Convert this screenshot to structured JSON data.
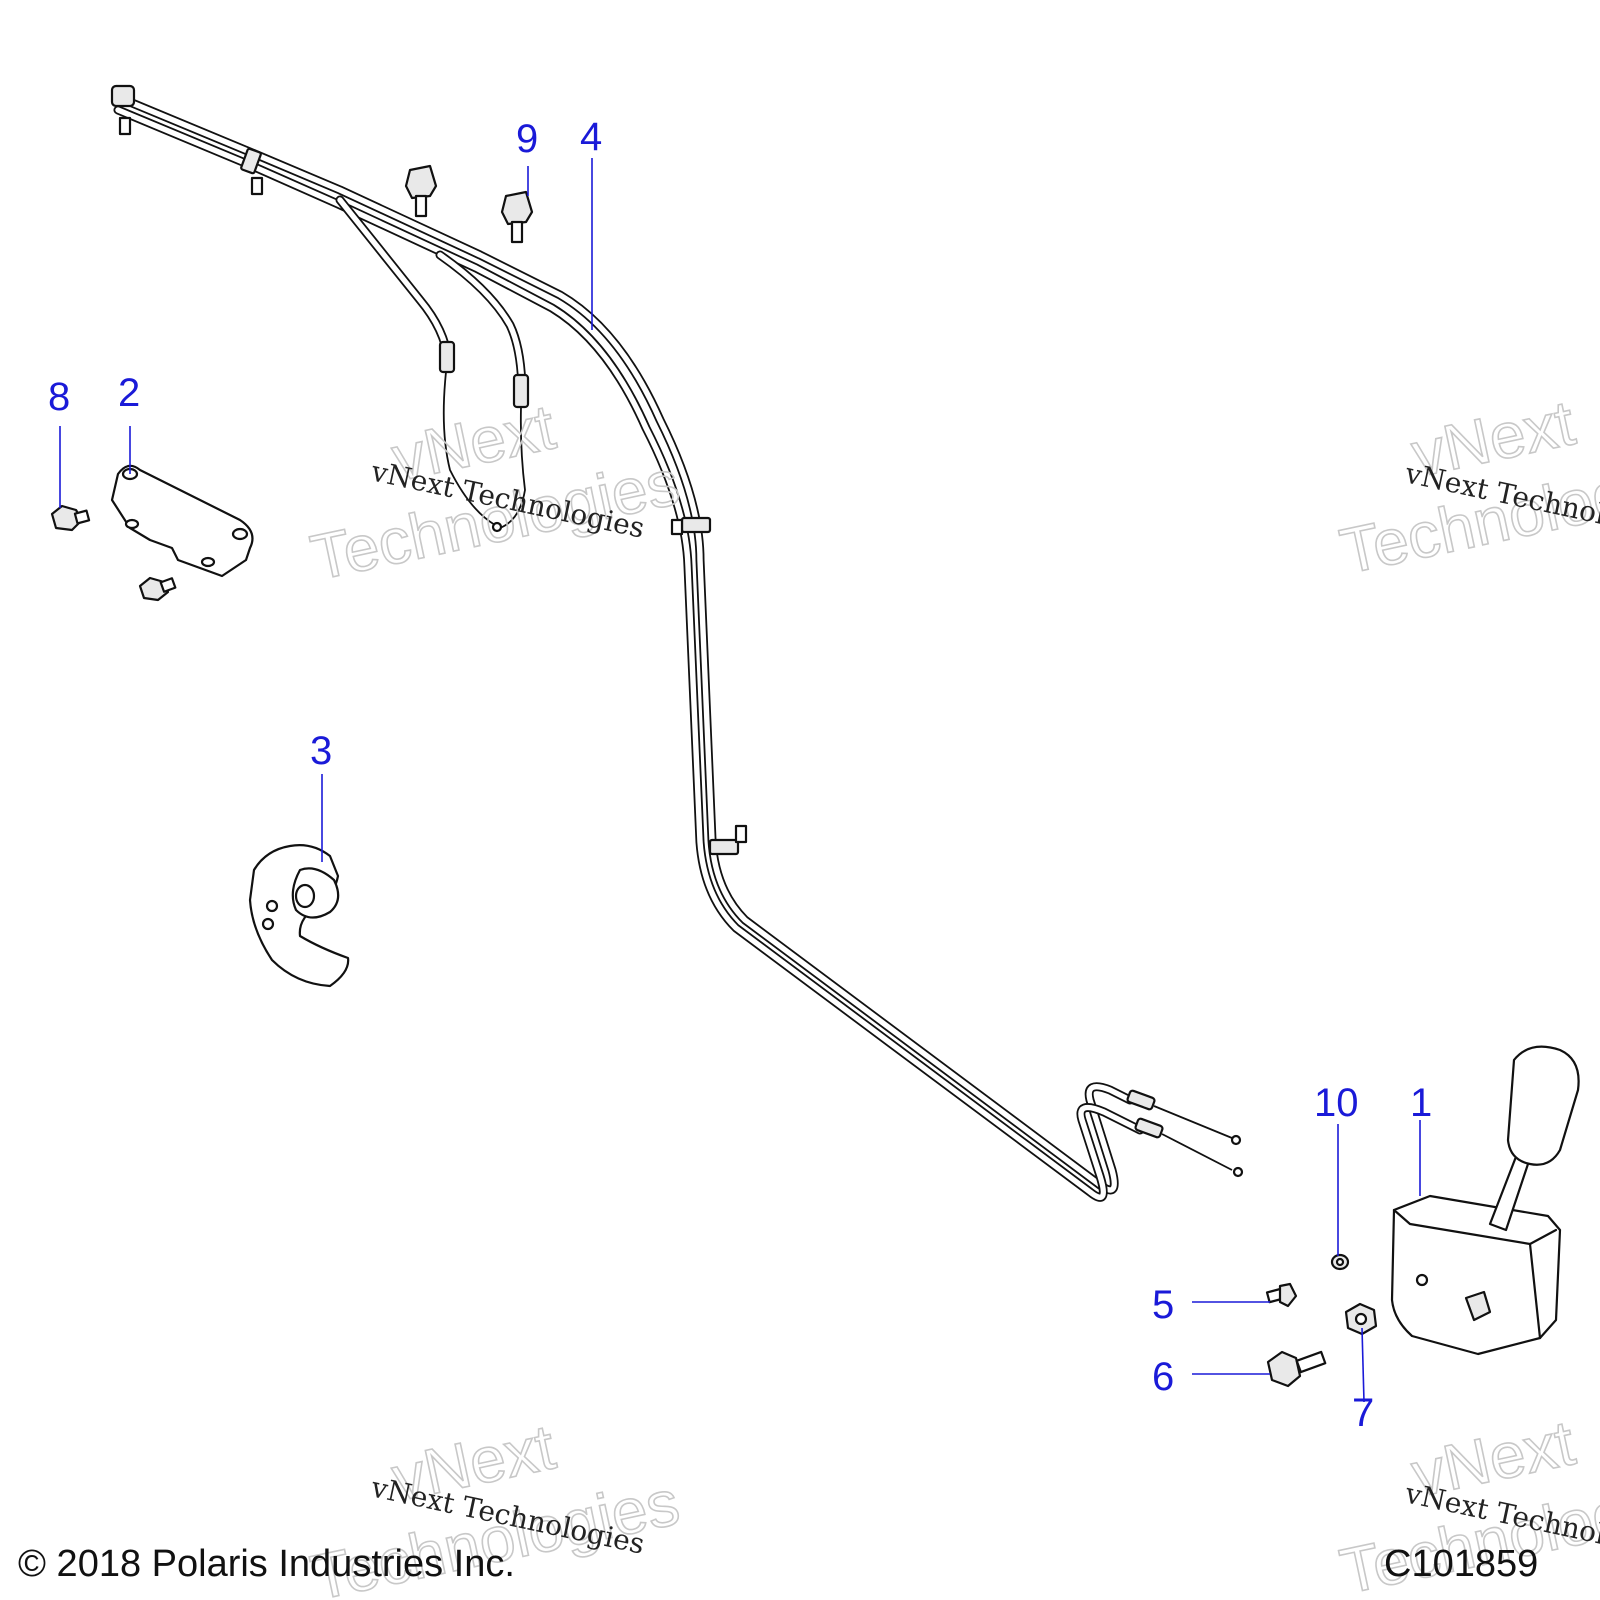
{
  "callouts": [
    "1",
    "2",
    "3",
    "4",
    "5",
    "6",
    "7",
    "8",
    "9",
    "10"
  ],
  "watermark": {
    "line_brand": "vNext",
    "line_word": "Technologies",
    "line_full": "vNext Technologies"
  },
  "footer": {
    "copyright": "© 2018 Polaris Industries Inc.",
    "diagram_code": "C101859"
  },
  "colors": {
    "callout": "#1a1ad8",
    "line_art": "#111111",
    "watermark": "#c8c8c8"
  }
}
